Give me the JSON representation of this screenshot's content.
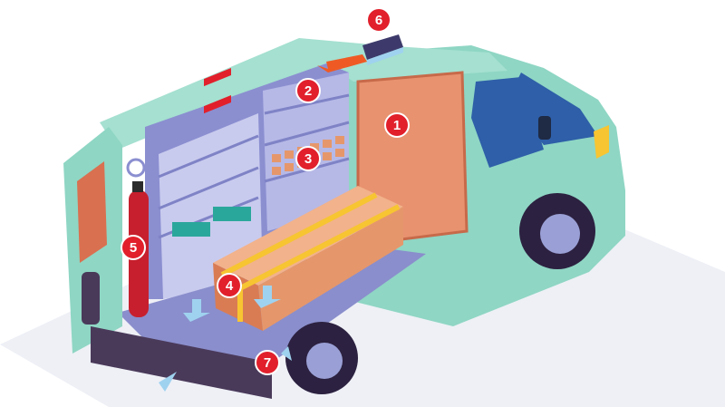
{
  "markers": [
    {
      "id": "1",
      "label": "1",
      "color": "#e1202c"
    },
    {
      "id": "2",
      "label": "2",
      "color": "#e1202c"
    },
    {
      "id": "3",
      "label": "3",
      "color": "#e1202c"
    },
    {
      "id": "4",
      "label": "4",
      "color": "#e1202c"
    },
    {
      "id": "5",
      "label": "5",
      "color": "#e1202c"
    },
    {
      "id": "6",
      "label": "6",
      "color": "#e1202c"
    },
    {
      "id": "7",
      "label": "7",
      "color": "#e1202c"
    }
  ],
  "colors": {
    "van_body": "#8fd6c4",
    "van_dark": "#5bb59f",
    "cargo_wall": "#e89270",
    "shelving": "#8b8fd0",
    "shelving_light": "#c9cbee",
    "box": "#e5976b",
    "strap": "#f7c531",
    "marker": "#e1202c",
    "arrow": "#ef5a24",
    "airflow": "#9fd2ef",
    "ground": "#eef0f6"
  },
  "icons": [
    "extinguisher-icon",
    "roof-vent-icon",
    "airflow-arrow-icon"
  ]
}
